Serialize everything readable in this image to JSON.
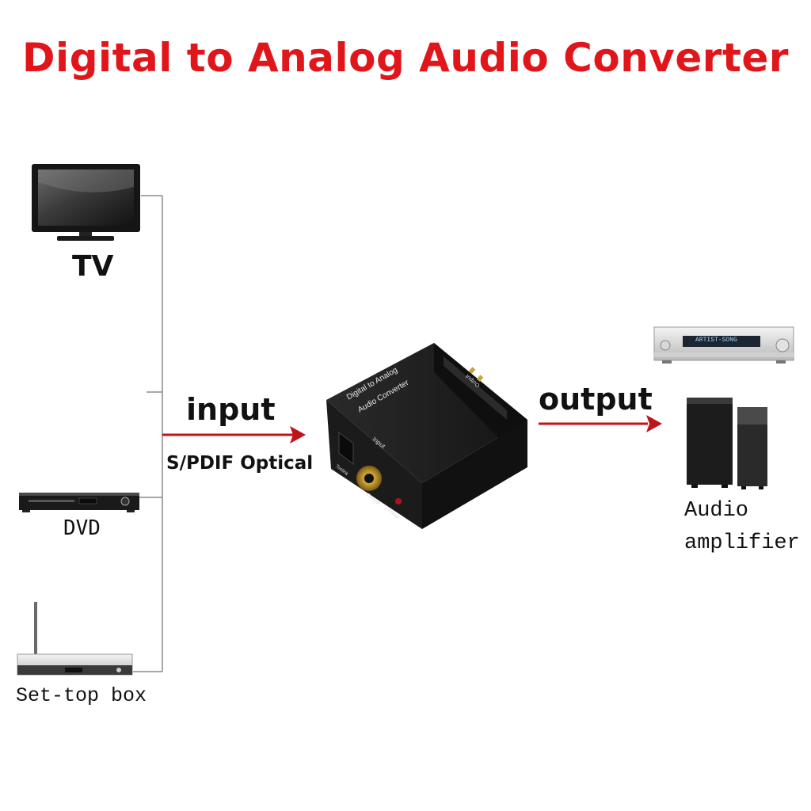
{
  "title": "Digital to Analog Audio Converter",
  "colors": {
    "title": "#e1161b",
    "arrow": "#c0141a",
    "bracket": "#8a8a8a",
    "device_body": "#1b1b1b"
  },
  "sources": {
    "tv_label": "TV",
    "dvd_label": "DVD",
    "stb_label": "Set-top box"
  },
  "input": {
    "label": "input",
    "sublabel": "S/PDIF Optical"
  },
  "converter": {
    "face_line1": "Digital to Analog",
    "face_line2": "Audio Converter",
    "port_input": "Input",
    "port_toslink": "Toslink",
    "port_coaxial": "Coaxial",
    "port_power": "Power",
    "side_output": "Output"
  },
  "output": {
    "label": "output",
    "target_line1": "Audio",
    "target_line2": "amplifier"
  },
  "receiver_display": "ARTIST-SONG"
}
